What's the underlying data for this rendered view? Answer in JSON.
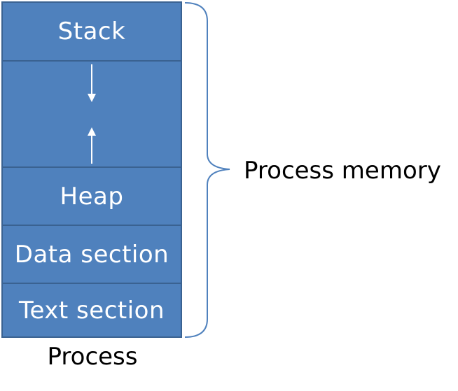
{
  "segments": {
    "stack": "Stack",
    "heap": "Heap",
    "data": "Data section",
    "text": "Text section"
  },
  "brace_label": "Process memory",
  "caption": "Process",
  "colors": {
    "segment_fill": "#4f81bd",
    "segment_border": "#3a6291",
    "brace": "#4f81bd",
    "label_text": "#000000",
    "segment_text": "#ffffff"
  }
}
